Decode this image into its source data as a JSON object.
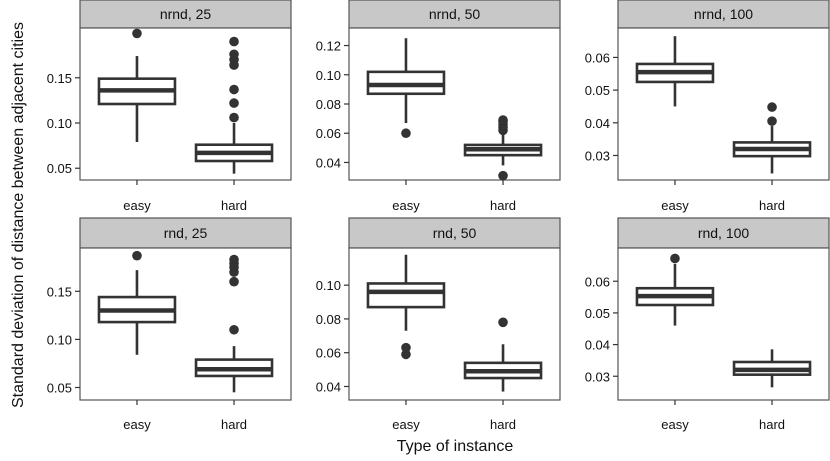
{
  "chart_data": {
    "type": "boxplot",
    "ylabel": "Standard deviation of distance between adjacent cities",
    "xlabel": "Type of instance",
    "categories": [
      "easy",
      "hard"
    ],
    "panels": [
      {
        "title": "nrnd,  25",
        "yticks": [
          0.05,
          0.1,
          0.15
        ],
        "ylim": [
          0.037,
          0.205
        ],
        "boxes": [
          {
            "category": "easy",
            "whisker_low": 0.079,
            "q1": 0.121,
            "median": 0.136,
            "q3": 0.149,
            "whisker_high": 0.174,
            "outliers": [
              0.199
            ]
          },
          {
            "category": "hard",
            "whisker_low": 0.044,
            "q1": 0.058,
            "median": 0.067,
            "q3": 0.076,
            "whisker_high": 0.1,
            "outliers": [
              0.106,
              0.122,
              0.137,
              0.164,
              0.17,
              0.176,
              0.19
            ]
          }
        ]
      },
      {
        "title": "nrnd,  50",
        "yticks": [
          0.04,
          0.06,
          0.08,
          0.1,
          0.12
        ],
        "ylim": [
          0.028,
          0.132
        ],
        "boxes": [
          {
            "category": "easy",
            "whisker_low": 0.067,
            "q1": 0.087,
            "median": 0.093,
            "q3": 0.102,
            "whisker_high": 0.125,
            "outliers": [
              0.06
            ]
          },
          {
            "category": "hard",
            "whisker_low": 0.038,
            "q1": 0.045,
            "median": 0.049,
            "q3": 0.052,
            "whisker_high": 0.061,
            "outliers": [
              0.031,
              0.062,
              0.064,
              0.066,
              0.068,
              0.069
            ]
          }
        ]
      },
      {
        "title": "nrnd,  100",
        "yticks": [
          0.03,
          0.04,
          0.05,
          0.06
        ],
        "ylim": [
          0.0225,
          0.069
        ],
        "boxes": [
          {
            "category": "easy",
            "whisker_low": 0.045,
            "q1": 0.0525,
            "median": 0.0555,
            "q3": 0.058,
            "whisker_high": 0.0665,
            "outliers": []
          },
          {
            "category": "hard",
            "whisker_low": 0.0245,
            "q1": 0.0298,
            "median": 0.032,
            "q3": 0.034,
            "whisker_high": 0.039,
            "outliers": [
              0.0405,
              0.0448
            ]
          }
        ]
      },
      {
        "title": "rnd,  25",
        "yticks": [
          0.05,
          0.1,
          0.15
        ],
        "ylim": [
          0.037,
          0.195
        ],
        "boxes": [
          {
            "category": "easy",
            "whisker_low": 0.084,
            "q1": 0.118,
            "median": 0.13,
            "q3": 0.144,
            "whisker_high": 0.172,
            "outliers": [
              0.187
            ]
          },
          {
            "category": "hard",
            "whisker_low": 0.045,
            "q1": 0.062,
            "median": 0.069,
            "q3": 0.079,
            "whisker_high": 0.093,
            "outliers": [
              0.11,
              0.16,
              0.17,
              0.175,
              0.179,
              0.183
            ]
          }
        ]
      },
      {
        "title": "rnd,  50",
        "yticks": [
          0.04,
          0.06,
          0.08,
          0.1
        ],
        "ylim": [
          0.032,
          0.122
        ],
        "boxes": [
          {
            "category": "easy",
            "whisker_low": 0.073,
            "q1": 0.087,
            "median": 0.096,
            "q3": 0.101,
            "whisker_high": 0.118,
            "outliers": [
              0.059,
              0.063
            ]
          },
          {
            "category": "hard",
            "whisker_low": 0.037,
            "q1": 0.045,
            "median": 0.049,
            "q3": 0.054,
            "whisker_high": 0.065,
            "outliers": [
              0.078
            ]
          }
        ]
      },
      {
        "title": "rnd,  100",
        "yticks": [
          0.03,
          0.04,
          0.05,
          0.06
        ],
        "ylim": [
          0.0225,
          0.0705
        ],
        "boxes": [
          {
            "category": "easy",
            "whisker_low": 0.046,
            "q1": 0.0525,
            "median": 0.0553,
            "q3": 0.0578,
            "whisker_high": 0.0655,
            "outliers": [
              0.0672
            ]
          },
          {
            "category": "hard",
            "whisker_low": 0.0265,
            "q1": 0.0305,
            "median": 0.032,
            "q3": 0.0345,
            "whisker_high": 0.0385,
            "outliers": []
          }
        ]
      }
    ]
  }
}
